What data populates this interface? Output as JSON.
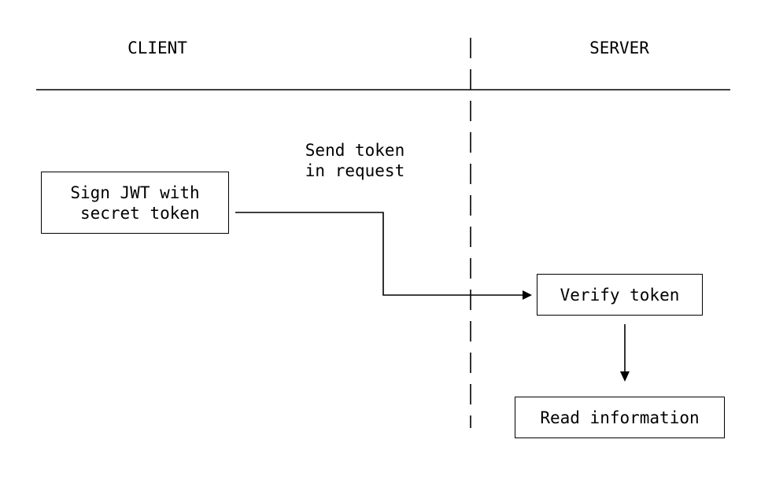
{
  "headers": {
    "client": "CLIENT",
    "server": "SERVER"
  },
  "nodes": {
    "sign_jwt": "Sign JWT with\n secret token",
    "verify_token": "Verify token",
    "read_information": "Read information"
  },
  "edges": {
    "send_token": "Send token\nin request"
  },
  "colors": {
    "line": "#000000",
    "background": "#ffffff"
  }
}
